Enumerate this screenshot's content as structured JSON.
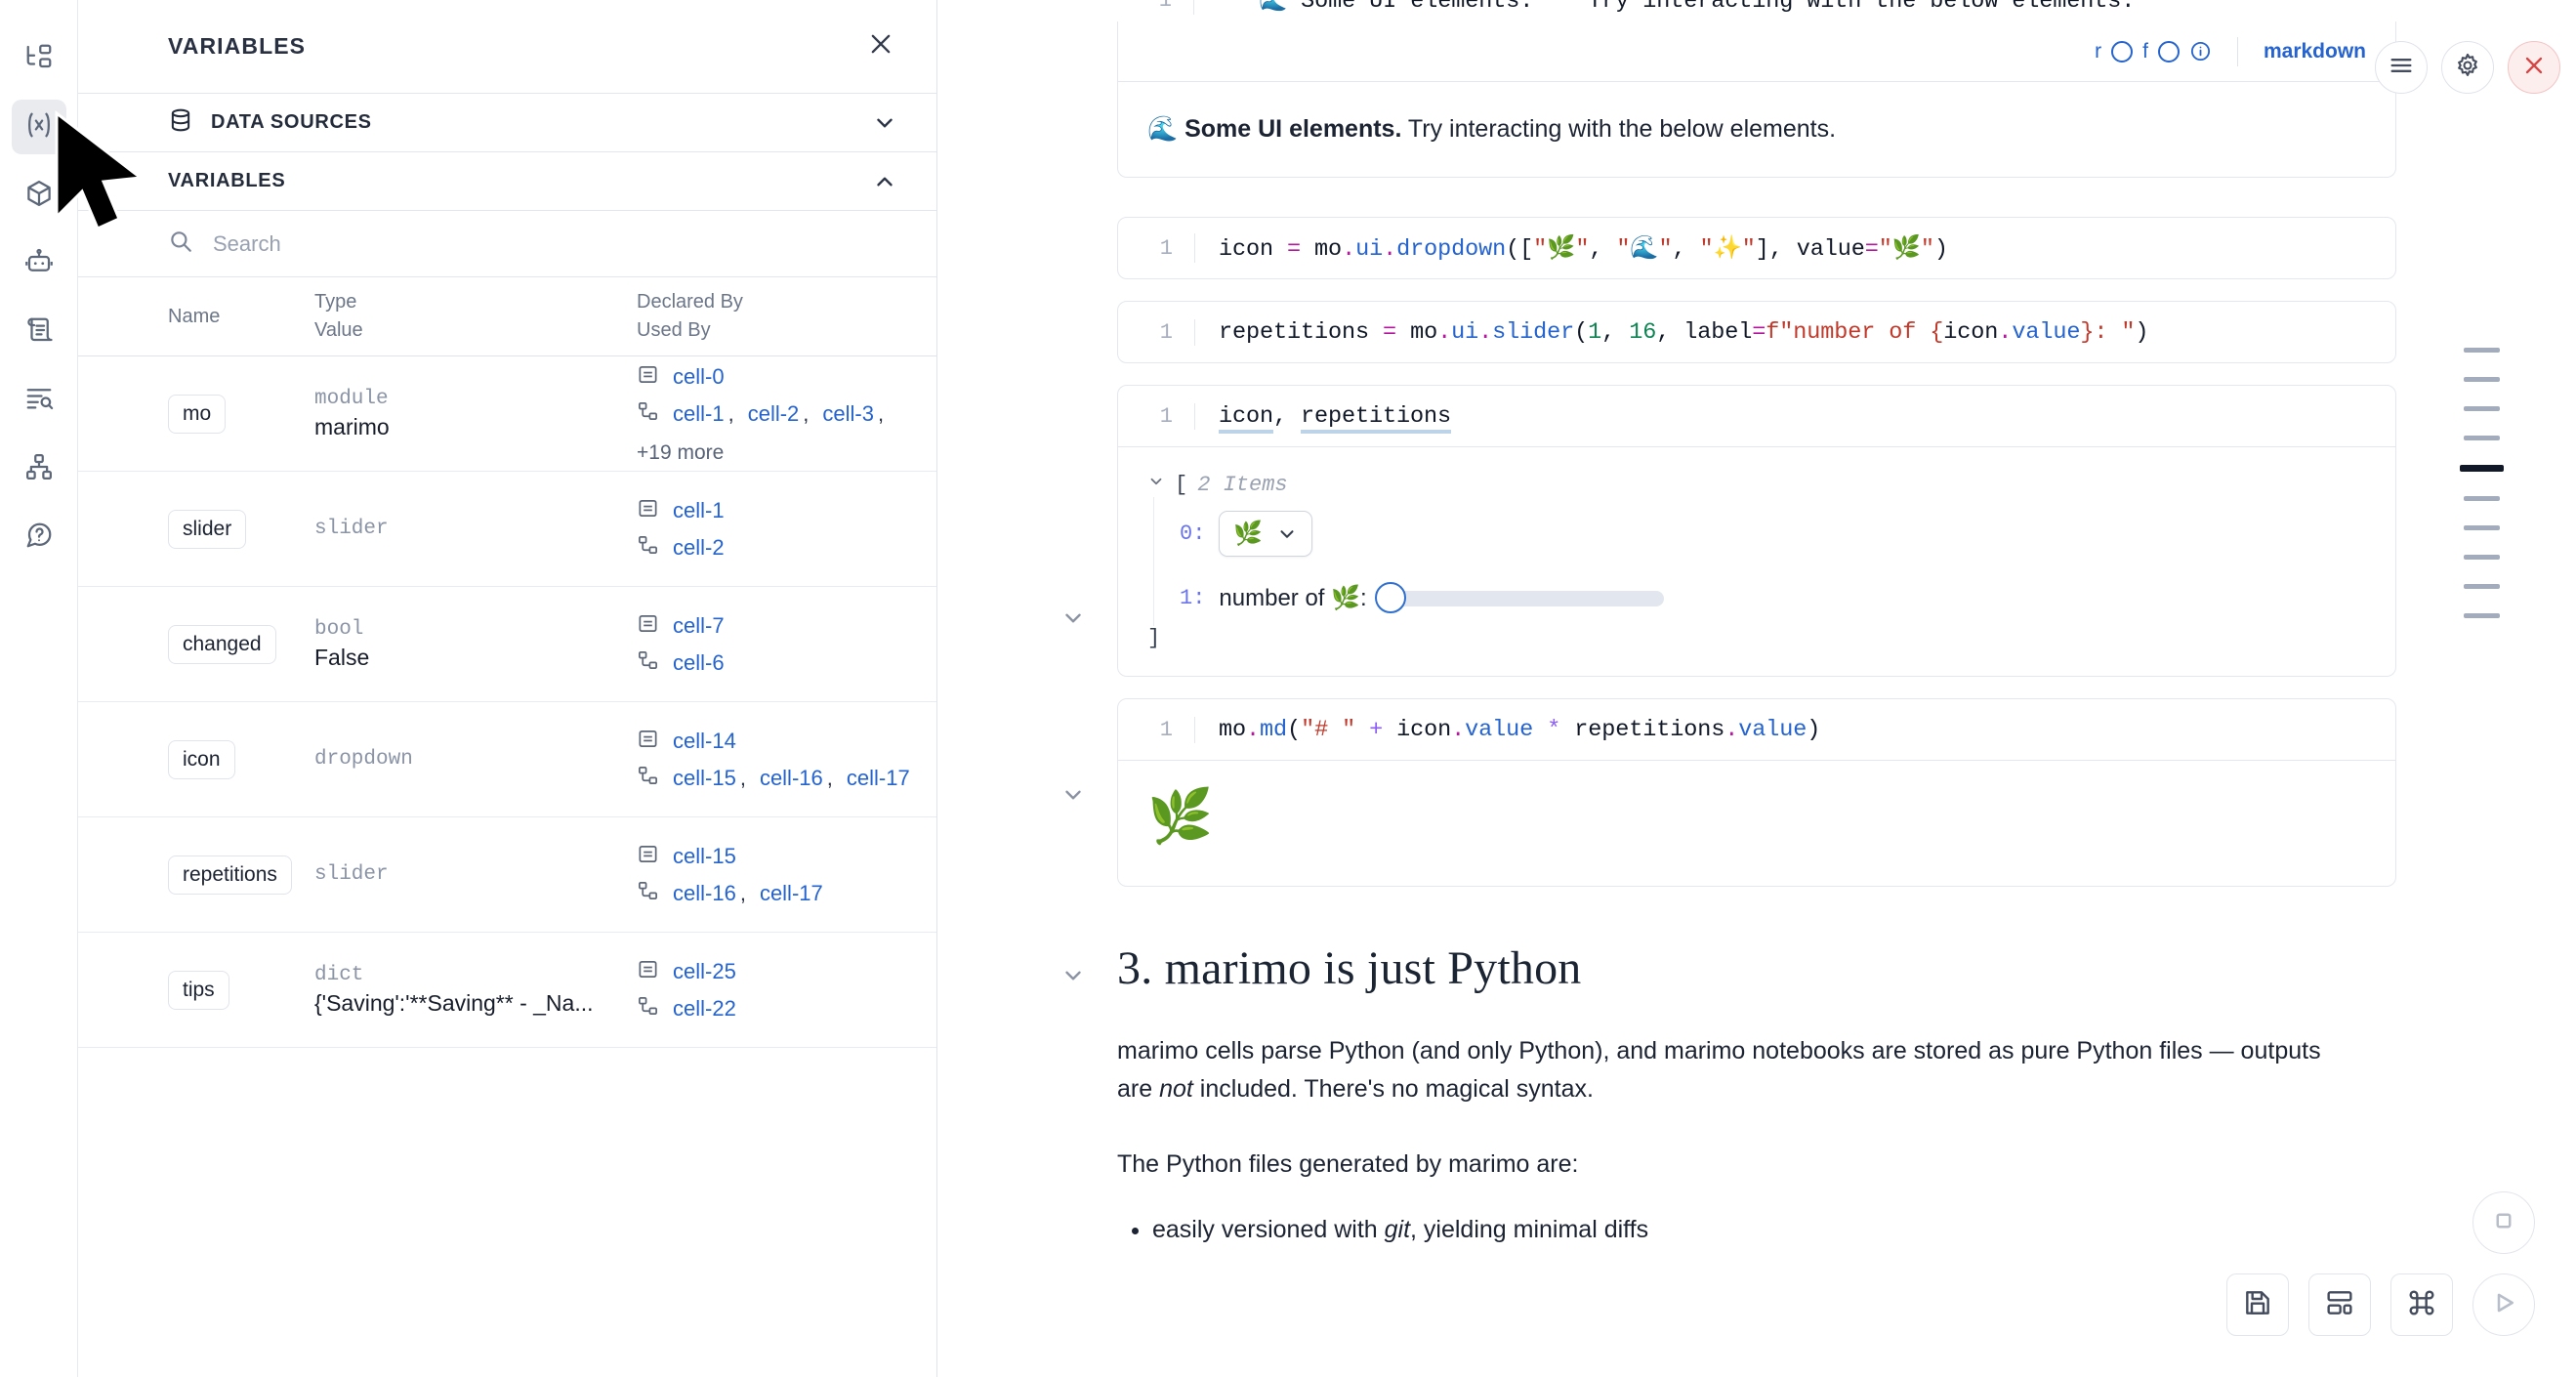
{
  "rail": {
    "items": [
      {
        "name": "file-tree-icon",
        "label": "File explorer"
      },
      {
        "name": "variables-icon",
        "label": "Variables",
        "active": true
      },
      {
        "name": "package-icon",
        "label": "Packages"
      },
      {
        "name": "robot-icon",
        "label": "AI assistant"
      },
      {
        "name": "scroll-icon",
        "label": "Documentation"
      },
      {
        "name": "logs-search-icon",
        "label": "Logs"
      },
      {
        "name": "dependency-graph-icon",
        "label": "Dependency graph"
      },
      {
        "name": "help-icon",
        "label": "Help"
      }
    ]
  },
  "panel": {
    "title": "VARIABLES",
    "close_label": "✕",
    "sections": [
      {
        "label": "DATA SOURCES",
        "expanded": false
      },
      {
        "label": "VARIABLES",
        "expanded": true
      }
    ],
    "search": {
      "value": "",
      "placeholder": "Search"
    },
    "columns": {
      "name": "Name",
      "type": "Type",
      "value": "Value",
      "declared_by": "Declared By",
      "used_by": "Used By"
    },
    "rows": [
      {
        "name": "mo",
        "type": "module",
        "value": "marimo",
        "declared_by": [
          "cell-0"
        ],
        "used_by": [
          "cell-1",
          "cell-2",
          "cell-3"
        ],
        "used_by_more": "+19 more"
      },
      {
        "name": "slider",
        "type": "slider",
        "value": "",
        "declared_by": [
          "cell-1"
        ],
        "used_by": [
          "cell-2"
        ],
        "used_by_more": ""
      },
      {
        "name": "changed",
        "type": "bool",
        "value": "False",
        "declared_by": [
          "cell-7"
        ],
        "used_by": [
          "cell-6"
        ],
        "used_by_more": ""
      },
      {
        "name": "icon",
        "type": "dropdown",
        "value": "",
        "declared_by": [
          "cell-14"
        ],
        "used_by": [
          "cell-15",
          "cell-16",
          "cell-17"
        ],
        "used_by_more": ""
      },
      {
        "name": "repetitions",
        "type": "slider",
        "value": "",
        "declared_by": [
          "cell-15"
        ],
        "used_by": [
          "cell-16",
          "cell-17"
        ],
        "used_by_more": ""
      },
      {
        "name": "tips",
        "type": "dict",
        "value": "{'Saving':'**Saving** - _Na...",
        "declared_by": [
          "cell-25"
        ],
        "used_by": [
          "cell-22"
        ],
        "used_by_more": ""
      }
    ]
  },
  "notebook": {
    "markdown_cell": {
      "source_line_number": "1",
      "source_code": "\"\"\"🌊 Some UI elements.\"\"\" Try interacting with the below elements.",
      "toolbar": {
        "r_label": "r",
        "f_label": "f",
        "info_label": "info-icon",
        "language": "markdown"
      },
      "rendered_emoji": "🌊",
      "rendered_bold": "Some UI elements.",
      "rendered_rest": " Try interacting with the below elements.",
      "actions": [
        "menu-icon",
        "gear-icon",
        "close-icon"
      ]
    },
    "cells": [
      {
        "line_number": "1",
        "tokens": [
          {
            "t": "icon",
            "c": "k-var"
          },
          {
            "t": " ",
            "c": "k-punct"
          },
          {
            "t": "=",
            "c": "k-op"
          },
          {
            "t": " mo",
            "c": "k-var"
          },
          {
            "t": ".",
            "c": "k-op"
          },
          {
            "t": "ui",
            "c": "k-attr"
          },
          {
            "t": ".",
            "c": "k-op"
          },
          {
            "t": "dropdown",
            "c": "k-attr"
          },
          {
            "t": "([",
            "c": "k-punct"
          },
          {
            "t": "\"🌿\"",
            "c": "k-str"
          },
          {
            "t": ", ",
            "c": "k-punct"
          },
          {
            "t": "\"🌊\"",
            "c": "k-str"
          },
          {
            "t": ", ",
            "c": "k-punct"
          },
          {
            "t": "\"✨\"",
            "c": "k-str"
          },
          {
            "t": "], ",
            "c": "k-punct"
          },
          {
            "t": "value",
            "c": "k-var"
          },
          {
            "t": "=",
            "c": "k-op"
          },
          {
            "t": "\"🌿\"",
            "c": "k-str"
          },
          {
            "t": ")",
            "c": "k-punct"
          }
        ]
      },
      {
        "line_number": "1",
        "tokens": [
          {
            "t": "repetitions",
            "c": "k-var"
          },
          {
            "t": " ",
            "c": "k-punct"
          },
          {
            "t": "=",
            "c": "k-op"
          },
          {
            "t": " mo",
            "c": "k-var"
          },
          {
            "t": ".",
            "c": "k-op"
          },
          {
            "t": "ui",
            "c": "k-attr"
          },
          {
            "t": ".",
            "c": "k-op"
          },
          {
            "t": "slider",
            "c": "k-attr"
          },
          {
            "t": "(",
            "c": "k-punct"
          },
          {
            "t": "1",
            "c": "k-num"
          },
          {
            "t": ", ",
            "c": "k-punct"
          },
          {
            "t": "16",
            "c": "k-num"
          },
          {
            "t": ", ",
            "c": "k-punct"
          },
          {
            "t": "label",
            "c": "k-var"
          },
          {
            "t": "=",
            "c": "k-op"
          },
          {
            "t": "f\"number of {",
            "c": "k-str"
          },
          {
            "t": "icon",
            "c": "k-var"
          },
          {
            "t": ".",
            "c": "k-op"
          },
          {
            "t": "value",
            "c": "k-attr"
          },
          {
            "t": "}",
            "c": "k-str"
          },
          {
            "t": ": \"",
            "c": "k-str"
          },
          {
            "t": ")",
            "c": "k-punct"
          }
        ]
      }
    ],
    "display_cell": {
      "line_number": "1",
      "code_parts": [
        {
          "t": "icon",
          "ref": true
        },
        {
          "t": ", ",
          "ref": false
        },
        {
          "t": "repetitions",
          "ref": true
        }
      ],
      "output": {
        "collapse_icon": "chevron-down-icon",
        "open_bracket": "[",
        "items_count": "2 Items",
        "close_bracket": "]",
        "items": [
          {
            "index": "0:",
            "widget": "dropdown",
            "value": "🌿"
          },
          {
            "index": "1:",
            "widget": "slider",
            "label": "number of 🌿:",
            "value": 1,
            "min": 1,
            "max": 16
          }
        ]
      }
    },
    "md_cell": {
      "line_number": "1",
      "tokens": [
        {
          "t": "mo",
          "c": "k-var"
        },
        {
          "t": ".",
          "c": "k-op"
        },
        {
          "t": "md",
          "c": "k-attr"
        },
        {
          "t": "(",
          "c": "k-punct"
        },
        {
          "t": "\"# \"",
          "c": "k-str"
        },
        {
          "t": " ",
          "c": "k-punct"
        },
        {
          "t": "+",
          "c": "k-purple"
        },
        {
          "t": " ",
          "c": "k-punct"
        },
        {
          "t": "icon",
          "c": "k-var"
        },
        {
          "t": ".",
          "c": "k-op"
        },
        {
          "t": "value",
          "c": "k-attr"
        },
        {
          "t": " ",
          "c": "k-punct"
        },
        {
          "t": "*",
          "c": "k-purple"
        },
        {
          "t": " ",
          "c": "k-punct"
        },
        {
          "t": "repetitions",
          "c": "k-var"
        },
        {
          "t": ".",
          "c": "k-op"
        },
        {
          "t": "value",
          "c": "k-attr"
        },
        {
          "t": ")",
          "c": "k-punct"
        }
      ],
      "output_emoji": "🌿"
    },
    "section": {
      "heading": "3. marimo is just Python",
      "paragraph_1_a": "marimo cells parse Python (and only Python), and marimo notebooks are stored as pure Python files — outputs are ",
      "paragraph_1_em": "not",
      "paragraph_1_b": " included. There's no magical syntax.",
      "paragraph_2": "The Python files generated by marimo are:",
      "bullets": [
        {
          "a": "easily versioned with ",
          "em": "git",
          "b": ", yielding minimal diffs"
        }
      ]
    }
  },
  "minimap": {
    "count": 10,
    "active_index": 4
  },
  "floats": {
    "buttons": [
      {
        "name": "save-button",
        "icon": "save-icon"
      },
      {
        "name": "layout-button",
        "icon": "layout-icon"
      },
      {
        "name": "command-palette-button",
        "icon": "command-icon"
      }
    ],
    "round": [
      {
        "name": "interrupt-button",
        "icon": "stop-icon"
      },
      {
        "name": "run-button",
        "icon": "play-icon"
      }
    ]
  },
  "colors": {
    "link": "#2563cf",
    "accent": "#111827",
    "danger": "#d64545"
  }
}
